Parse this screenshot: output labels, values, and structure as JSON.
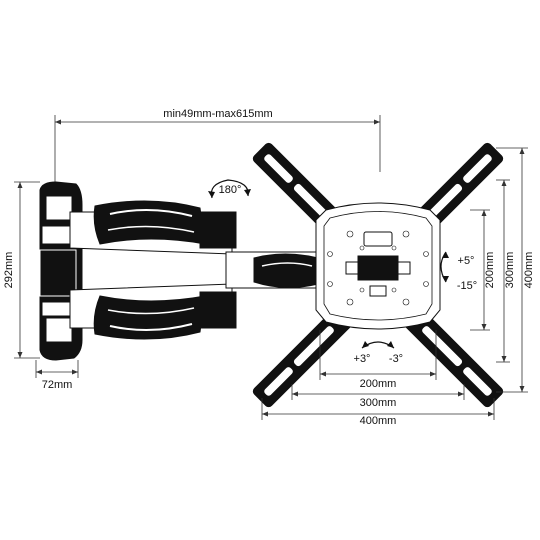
{
  "dimensions": {
    "extension": "min49mm-max615mm",
    "wall_plate_height": "292mm",
    "wall_plate_depth": "72mm",
    "swivel": "180°",
    "tilt_up": "+5°",
    "tilt_down": "-15°",
    "level_plus": "+3°",
    "level_minus": "-3°",
    "vesa_h_200": "200mm",
    "vesa_h_300": "300mm",
    "vesa_h_400": "400mm",
    "vesa_v_200": "200mm",
    "vesa_v_300": "300mm",
    "vesa_v_400": "400mm"
  }
}
